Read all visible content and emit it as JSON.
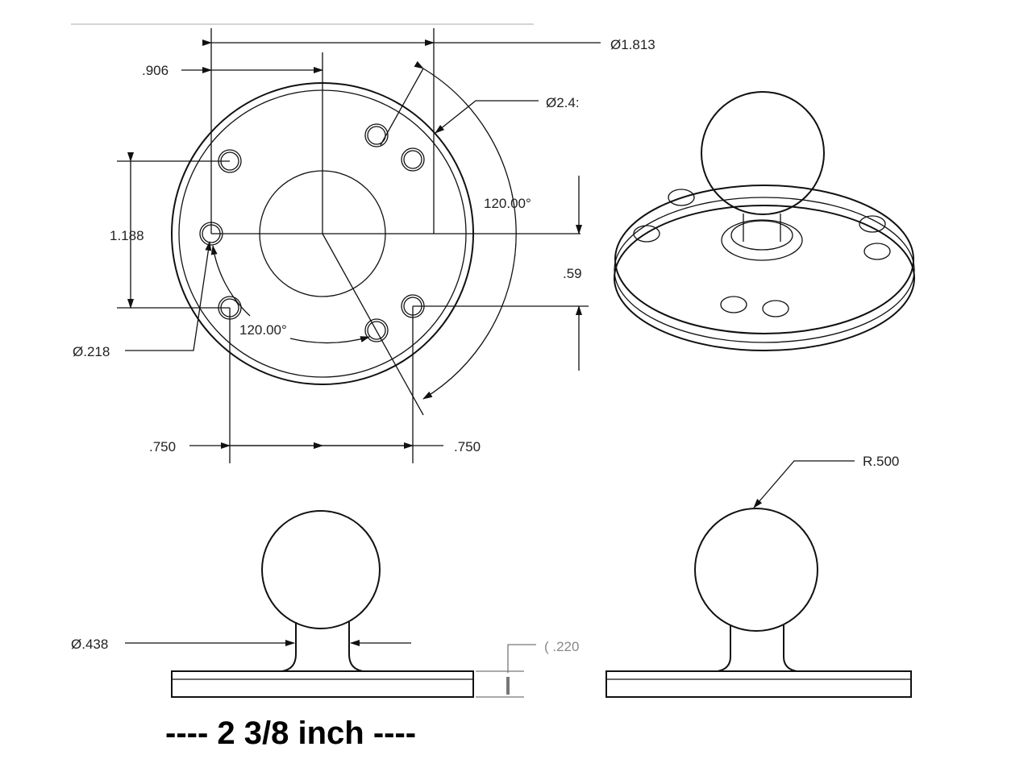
{
  "dimensions": {
    "bolt_circle_diameter": "Ø1.813",
    "base_diameter": "Ø2.4:",
    "half_spacing_top": ".906",
    "vertical_spacing": "1.188",
    "half_vertical": ".59",
    "angle_right": "120.00°",
    "angle_left": "120.00°",
    "hole_diameter": "Ø.218",
    "horizontal_left": ".750",
    "horizontal_right": ".750",
    "neck_diameter": "Ø.438",
    "base_thickness": "( .220",
    "ball_radius": "R.500"
  },
  "caption": "---- 2 3/8 inch ----"
}
